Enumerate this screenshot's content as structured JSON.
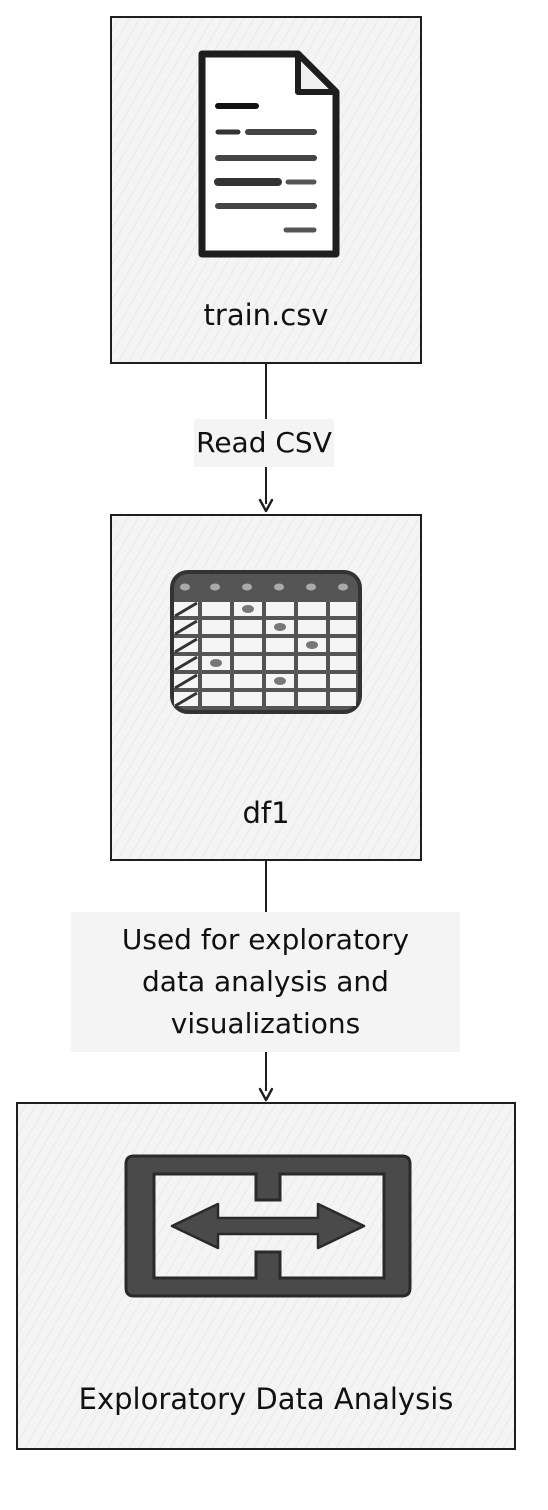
{
  "nodes": {
    "train": {
      "label": "train.csv",
      "icon": "document-icon"
    },
    "df1": {
      "label": "df1",
      "icon": "spreadsheet-table-icon"
    },
    "eda": {
      "label": "Exploratory Data Analysis",
      "icon": "bidirectional-arrow-icon"
    }
  },
  "edges": {
    "read_csv": {
      "label": "Read CSV"
    },
    "eda_usage": {
      "label_lines": [
        "Used for exploratory",
        "data analysis and",
        "visualizations"
      ]
    }
  },
  "colors": {
    "stroke": "#1e1e1e",
    "node_fill": "#f4f4f4",
    "label_fill": "#f4f4f4"
  }
}
